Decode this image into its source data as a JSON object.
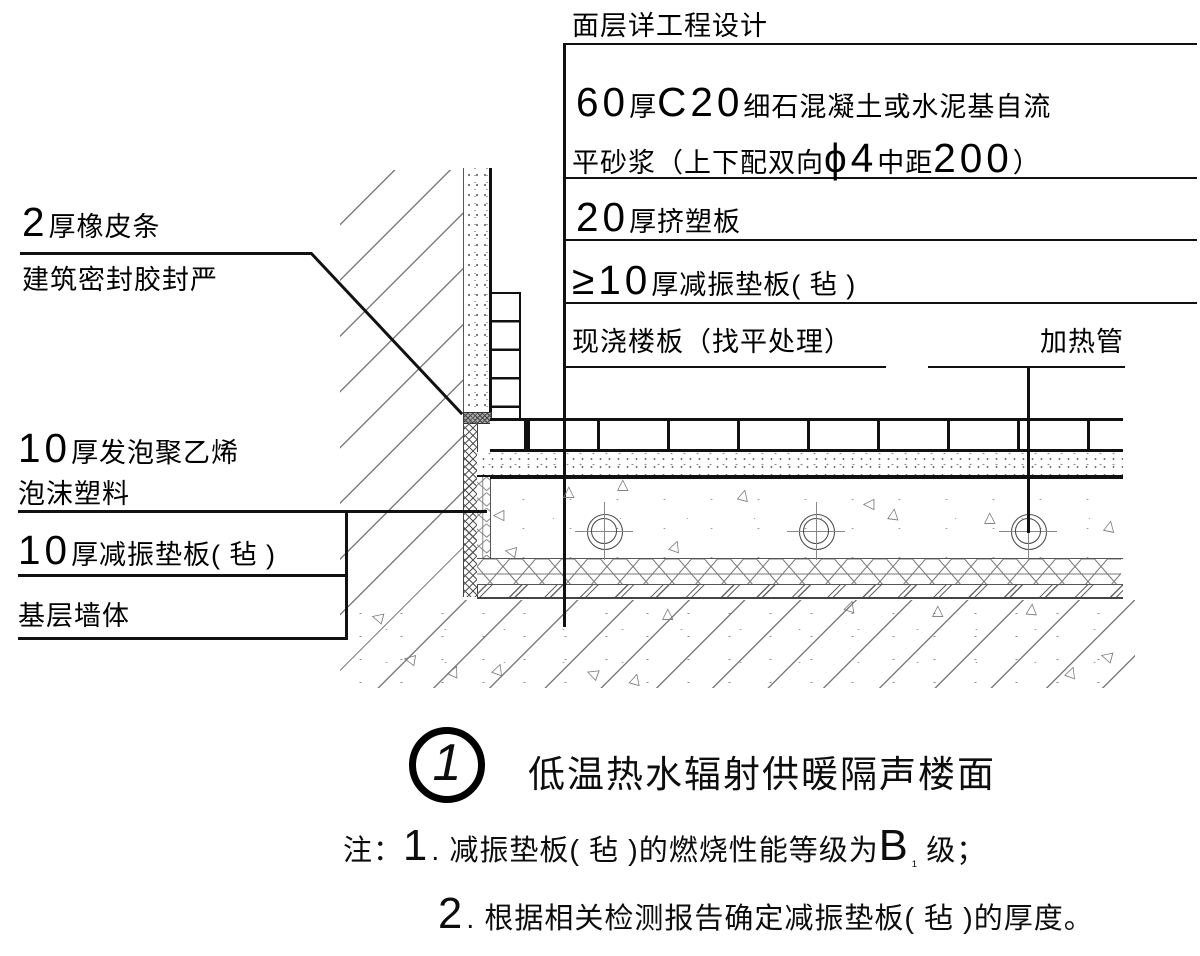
{
  "figure": {
    "callouts_right": {
      "surface": "面层详工程设计",
      "screed_line1": "60厚C20细石混凝土或水泥基自流",
      "screed_line2": "平砂浆（上下配双向ϕ4中距200）",
      "xps": "20厚挤塑板",
      "damping_pad": "≥10厚减振垫板( 毡 )",
      "slab": "现浇楼板（找平处理）",
      "heating_pipe": "加热管"
    },
    "callouts_left": {
      "rubber_line1": "2厚橡皮条",
      "rubber_line2": "建筑密封胶封严",
      "foam_line1": "10厚发泡聚乙烯",
      "foam_line2": "泡沫塑料",
      "damping_pad": "10厚减振垫板( 毡 )",
      "base_wall": "基层墙体"
    },
    "title_block": {
      "detail_number": "1",
      "title": "低温热水辐射供暖隔声楼面"
    },
    "notes": {
      "note1": "注：1. 减振垫板( 毡 )的燃烧性能等级为B₁ 级；",
      "note2": "2. 根据相关检测报告确定减振垫板( 毡 )的厚度。"
    },
    "colors": {
      "line": "#111111",
      "hatch": "#7e7e7e",
      "background": "#ffffff"
    }
  }
}
